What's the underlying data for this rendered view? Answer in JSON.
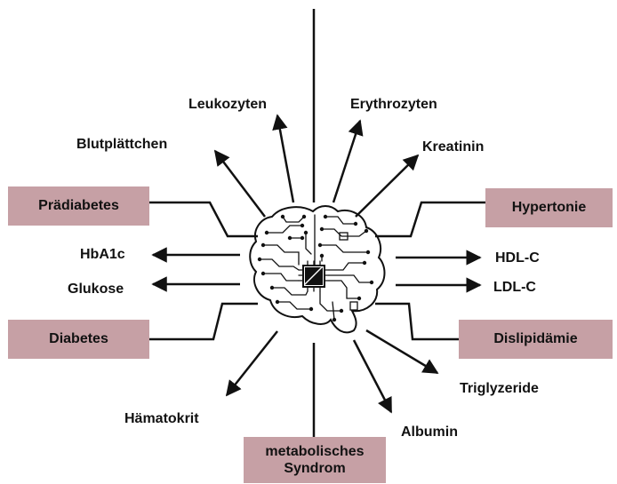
{
  "colors": {
    "box_fill": "#c6a0a5",
    "line": "#111111",
    "text": "#111111"
  },
  "center_icon": "circuit-brain-icon",
  "conditions": {
    "pradiabetes": "Prädiabetes",
    "hypertonie": "Hypertonie",
    "diabetes": "Diabetes",
    "dislipidamie": "Dislipidämie",
    "metabolisches_syndrom": "metabolisches\nSyndrom"
  },
  "markers": {
    "leukozyten": "Leukozyten",
    "erythrozyten": "Erythrozyten",
    "blutplattchen": "Blutplättchen",
    "kreatinin": "Kreatinin",
    "hba1c": "HbA1c",
    "glukose": "Glukose",
    "hdl_c": "HDL-C",
    "ldl_c": "LDL-C",
    "triglyzeride": "Triglyzeride",
    "albumin": "Albumin",
    "hamatokrit": "Hämatokrit"
  }
}
